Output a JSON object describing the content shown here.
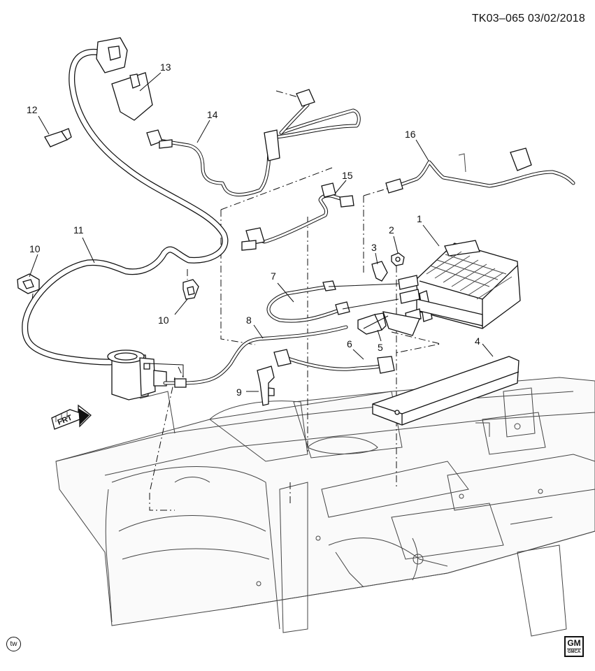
{
  "header": {
    "doc_id": "TK03–065  03/02/2018"
  },
  "callouts": {
    "c1": "1",
    "c2": "2",
    "c3": "3",
    "c4": "4",
    "c5": "5",
    "c6": "6",
    "c7": "7",
    "c8": "8",
    "c9": "9",
    "c10a": "10",
    "c10b": "10",
    "c11": "11",
    "c12": "12",
    "c13": "13",
    "c14": "14",
    "c15": "15",
    "c16": "16"
  },
  "front_indicator": {
    "label": "FRT"
  },
  "logos": {
    "gm": "GM",
    "gm_sub": "GMCA",
    "tw": "tw"
  },
  "icons": {
    "front-arrow": "front-arrow-icon",
    "gm": "gm-logo-icon",
    "tw": "tw-icon"
  }
}
